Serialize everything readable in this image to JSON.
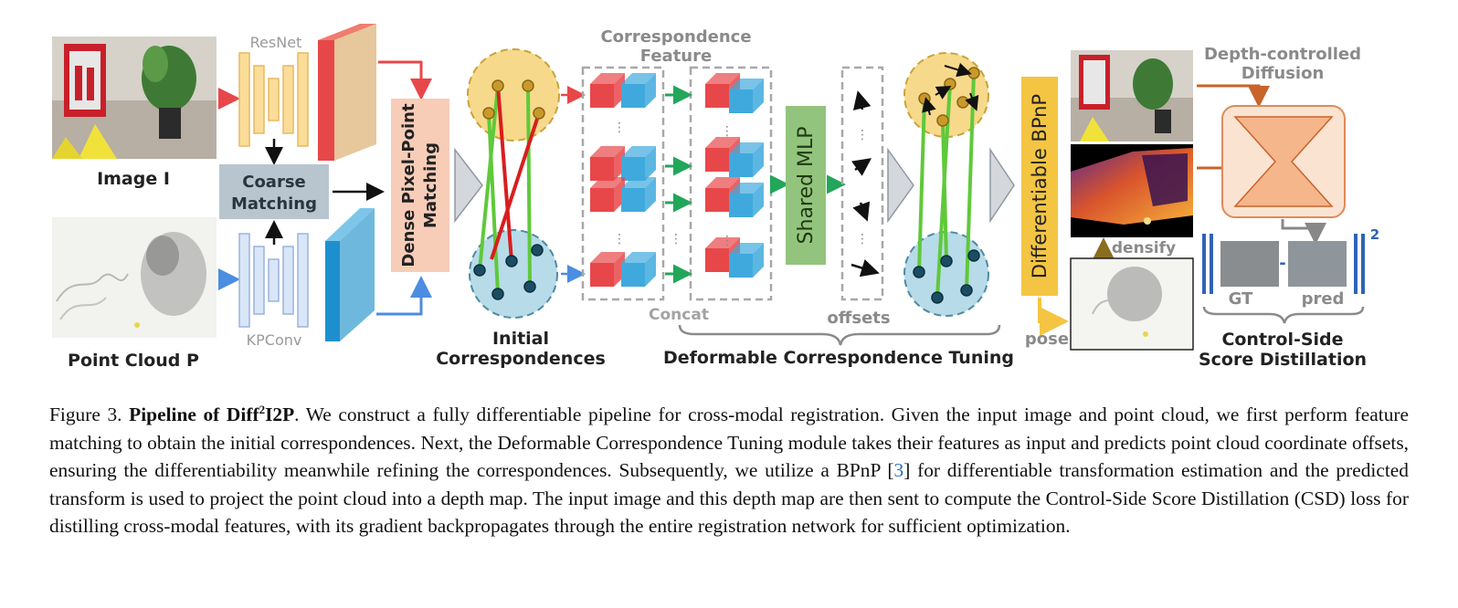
{
  "figure": {
    "inputs": {
      "image_label": "Image I",
      "pointcloud_label": "Point Cloud P",
      "resnet_label": "ResNet",
      "kpconv_label": "KPConv",
      "coarse_matching": [
        "Coarse",
        "Matching"
      ],
      "dense_matching": [
        "Dense Pixel-Point",
        "Matching"
      ]
    },
    "initial": {
      "label": [
        "Initial",
        "Correspondences"
      ]
    },
    "tuning": {
      "feature_title": [
        "Correspondence",
        "Feature"
      ],
      "concat_label": "Concat",
      "mlp_label": "Shared MLP",
      "offsets_label": "offsets",
      "module_label": "Deformable Correspondence Tuning",
      "dots": "⋮"
    },
    "bpnp": {
      "label": "Differentiable BPnP",
      "pose_label": "pose",
      "densify_label": "densify"
    },
    "csd": {
      "diffusion_label": [
        "Depth-controlled",
        "Diffusion"
      ],
      "gt_label": "GT",
      "pred_label": "pred",
      "minus": "-",
      "power": "2",
      "label": [
        "Control-Side",
        "Score Distillation"
      ]
    },
    "colors": {
      "red": "#e8474a",
      "blue": "#3fa9dd",
      "green": "#5fc93a",
      "yellow_circle": "#f7d98b",
      "blue_circle": "#b7dbe8",
      "bpnp": "#f4c542",
      "mlp": "#93c47d",
      "dense": "#f8cdb8",
      "coarse": "#b8c5cf",
      "diffusion": "#f6c7a2",
      "arrow_red": "#e8474a",
      "arrow_blue": "#4b8de0",
      "arrow_green": "#22a65a",
      "arrow_orange": "#c9632a"
    }
  },
  "caption": {
    "figure_no": "Figure 3.",
    "title_pre": "Pipeline of Diff",
    "title_sup": "2",
    "title_post": "I2P",
    "text_1": ". We construct a fully differentiable pipeline for cross-modal registration. Given the input image and point cloud, we first perform feature matching to obtain the initial correspondences. Next, the Deformable Correspondence Tuning module takes their features as input and predicts point cloud coordinate offsets, ensuring the differentiability meanwhile refining the correspondences. Subsequently, we utilize a BPnP [",
    "cite": "3",
    "text_2": "] for differentiable transformation estimation and the predicted transform is used to project the point cloud into a depth map. The input image and this depth map are then sent to compute the Control-Side Score Distillation (CSD) loss for distilling cross-modal features, with its gradient backpropagates through the entire registration network for sufficient optimization."
  }
}
